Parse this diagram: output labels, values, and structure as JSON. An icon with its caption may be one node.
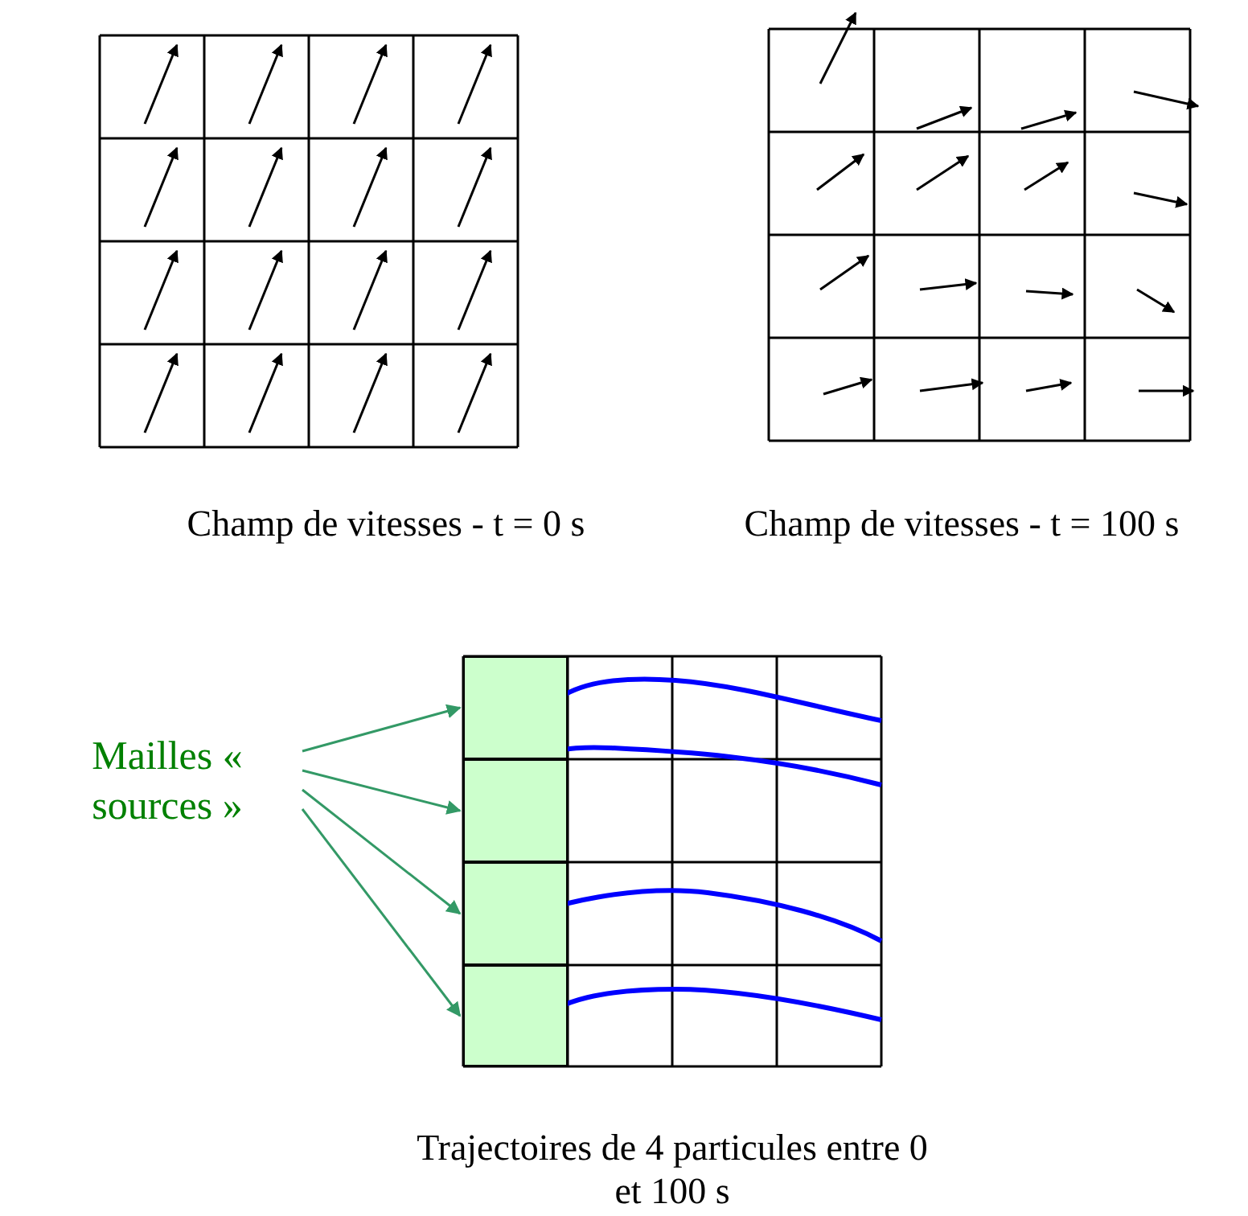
{
  "diagram": {
    "nodes": [
      {
        "text": [
          "Mailles « sources »"
        ]
      },
      {
        "text": [],
        "shape": "box"
      },
      {
        "text": [],
        "shape": "box"
      },
      {
        "text": [],
        "shape": "box"
      },
      {
        "text": [],
        "shape": "box"
      }
    ],
    "edges": [
      {
        "from": 0,
        "to": 1,
        "arrow": "to"
      },
      {
        "from": 0,
        "to": 2,
        "arrow": "to"
      },
      {
        "from": 0,
        "to": 3,
        "arrow": "to"
      },
      {
        "from": 0,
        "to": 4,
        "arrow": "to"
      }
    ],
    "labels": [
      "Champ de vitesses - t = 0 s",
      "Champ de vitesses - t = 100 s",
      "Trajectoires de 4 particules entre 0 et 100 s"
    ]
  }
}
